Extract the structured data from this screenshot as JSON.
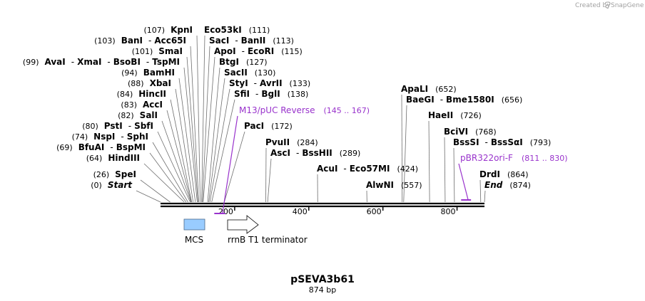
{
  "credit": {
    "prefix": "Created by",
    "brand": "SnapGene"
  },
  "map": {
    "name": "pSEVA3b61",
    "length_label": "874 bp",
    "length": 874,
    "colors": {
      "primer": "#9933cc",
      "mcs": "#99ccff",
      "backbone": "#000000"
    },
    "ticks": [
      {
        "value": 200,
        "label": "200"
      },
      {
        "value": 400,
        "label": "400"
      },
      {
        "value": 600,
        "label": "600"
      },
      {
        "value": 800,
        "label": "800"
      }
    ],
    "sites": [
      {
        "pos": 26,
        "pos_label": "(26)",
        "name": "SpeI"
      },
      {
        "pos": 0,
        "pos_label": "(0)",
        "name": "Start",
        "italic": true
      },
      {
        "pos": 64,
        "pos_label": "(64)",
        "name": "HindIII"
      },
      {
        "pos": 69,
        "pos_label": "(69)",
        "name": "BfuAI",
        "alt": "BspMI"
      },
      {
        "pos": 74,
        "pos_label": "(74)",
        "name": "NspI",
        "alt": "SphI"
      },
      {
        "pos": 80,
        "pos_label": "(80)",
        "name": "PstI",
        "alt": "SbfI"
      },
      {
        "pos": 82,
        "pos_label": "(82)",
        "name": "SalI"
      },
      {
        "pos": 83,
        "pos_label": "(83)",
        "name": "AccI"
      },
      {
        "pos": 84,
        "pos_label": "(84)",
        "name": "HincII"
      },
      {
        "pos": 88,
        "pos_label": "(88)",
        "name": "XbaI"
      },
      {
        "pos": 94,
        "pos_label": "(94)",
        "name": "BamHI"
      },
      {
        "pos": 99,
        "pos_label": "(99)",
        "name": "AvaI",
        "alt": "XmaI",
        "alt2": "BsoBI",
        "alt3": "TspMI"
      },
      {
        "pos": 101,
        "pos_label": "(101)",
        "name": "SmaI"
      },
      {
        "pos": 103,
        "pos_label": "(103)",
        "name": "BanI",
        "alt": "Acc65I"
      },
      {
        "pos": 107,
        "pos_label": "(107)",
        "name": "KpnI"
      },
      {
        "pos": 111,
        "pos_label": "(111)",
        "name": "Eco53kI"
      },
      {
        "pos": 113,
        "pos_label": "(113)",
        "name": "SacI",
        "alt": "BanII"
      },
      {
        "pos": 115,
        "pos_label": "(115)",
        "name": "ApoI",
        "alt": "EcoRI"
      },
      {
        "pos": 127,
        "pos_label": "(127)",
        "name": "BtgI"
      },
      {
        "pos": 130,
        "pos_label": "(130)",
        "name": "SacII"
      },
      {
        "pos": 133,
        "pos_label": "(133)",
        "name": "StyI",
        "alt": "AvrII"
      },
      {
        "pos": 138,
        "pos_label": "(138)",
        "name": "SfiI",
        "alt": "BglI"
      },
      {
        "pos": 172,
        "pos_label": "(172)",
        "name": "PacI"
      },
      {
        "pos": 284,
        "pos_label": "(284)",
        "name": "PvuII"
      },
      {
        "pos": 289,
        "pos_label": "(289)",
        "name": "AscI",
        "alt": "BssHII"
      },
      {
        "pos": 424,
        "pos_label": "(424)",
        "name": "AcuI",
        "alt": "Eco57MI"
      },
      {
        "pos": 557,
        "pos_label": "(557)",
        "name": "AlwNI"
      },
      {
        "pos": 652,
        "pos_label": "(652)",
        "name": "ApaLI"
      },
      {
        "pos": 656,
        "pos_label": "(656)",
        "name": "BaeGI",
        "alt": "Bme1580I"
      },
      {
        "pos": 726,
        "pos_label": "(726)",
        "name": "HaeII"
      },
      {
        "pos": 768,
        "pos_label": "(768)",
        "name": "BciVI"
      },
      {
        "pos": 793,
        "pos_label": "(793)",
        "name": "BssSI",
        "alt": "BssSαI"
      },
      {
        "pos": 864,
        "pos_label": "(864)",
        "name": "DrdI"
      },
      {
        "pos": 874,
        "pos_label": "(874)",
        "name": "End",
        "italic": true
      }
    ],
    "primers": [
      {
        "name": "M13/pUC Reverse",
        "range": "(145 .. 167)",
        "start": 145,
        "end": 167
      },
      {
        "name": "pBR322ori-F",
        "range": "(811 .. 830)",
        "start": 811,
        "end": 830
      }
    ],
    "features": [
      {
        "name": "MCS",
        "type": "box",
        "start": 64,
        "end": 138
      },
      {
        "name": "rrnB T1 terminator",
        "type": "arrow",
        "start": 180,
        "end": 268
      }
    ]
  }
}
